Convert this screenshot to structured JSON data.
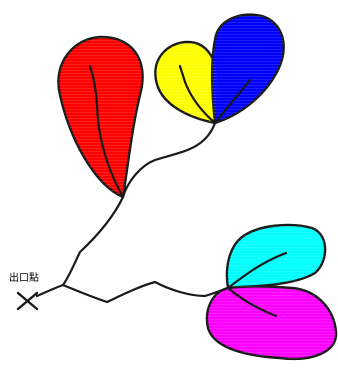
{
  "label": {
    "exit": "出口點"
  },
  "balloons": [
    {
      "id": "red",
      "color": "#ff0000"
    },
    {
      "id": "yellow",
      "color": "#ffff00"
    },
    {
      "id": "blue",
      "color": "#0000ff"
    },
    {
      "id": "cyan",
      "color": "#00ffff"
    },
    {
      "id": "magenta",
      "color": "#ff00ff"
    }
  ],
  "colors": {
    "stroke": "#1a1a1a",
    "background": "#ffffff"
  }
}
